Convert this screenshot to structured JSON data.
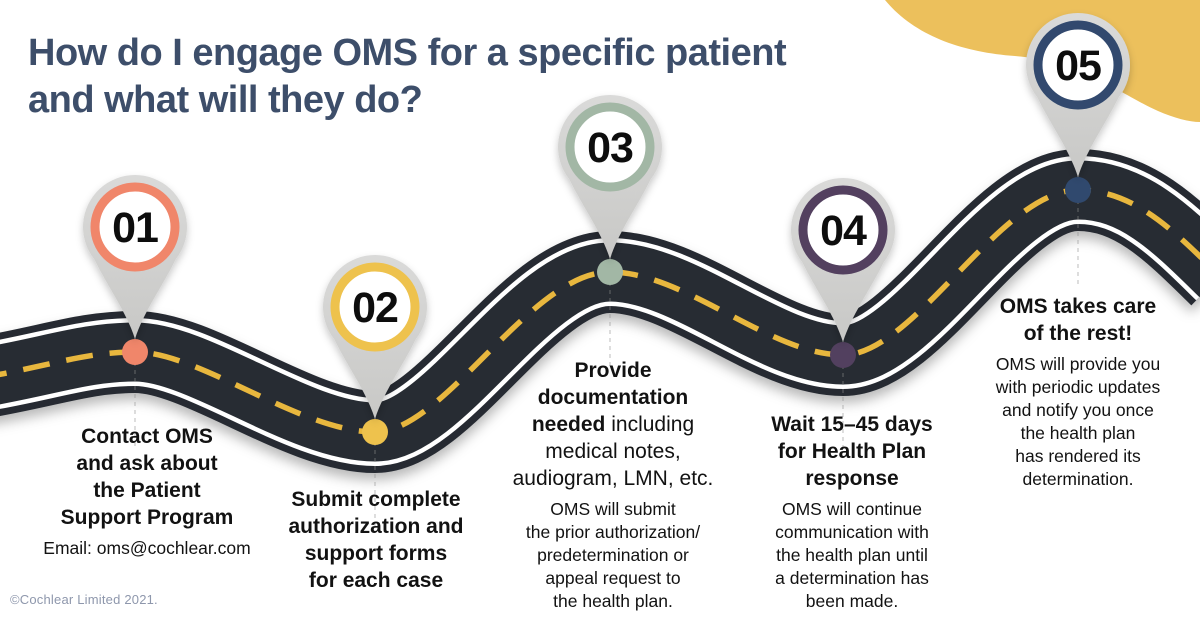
{
  "title": "How do I engage OMS for a specific patient\nand what will they do?",
  "palette": {
    "title_color": "#3d4e6a",
    "road_color": "#272c33",
    "road_dash_color": "#e8b73e",
    "pin_gray": "#d3d3d2",
    "corner_blob_color": "#ecc05c",
    "text_color": "#121212",
    "copyright_color": "#8e97ac"
  },
  "steps": [
    {
      "number": "01",
      "ring_color": "#f0866a",
      "heading": "Contact OMS\nand ask about\nthe Patient\nSupport Program",
      "body": "Email: oms@cochlear.com"
    },
    {
      "number": "02",
      "ring_color": "#eec24d",
      "heading": "Submit complete\nauthorization and\nsupport forms\nfor each case",
      "body": ""
    },
    {
      "number": "03",
      "ring_color": "#a2b7a5",
      "heading_strong": "Provide\ndocumentation\nneeded",
      "heading_rest": " including\nmedical notes,\naudiogram, LMN, etc.",
      "body": "OMS will submit\nthe prior authorization/\npredetermination or\nappeal request to\nthe health plan."
    },
    {
      "number": "04",
      "ring_color": "#52405f",
      "heading": "Wait 15–45 days\nfor Health Plan\nresponse",
      "body": "OMS will continue\ncommunication with\nthe health plan until\na determination has\nbeen made."
    },
    {
      "number": "05",
      "ring_color": "#30496e",
      "heading": "OMS takes care\nof the rest!",
      "body": "OMS will provide you\nwith periodic updates\nand notify you once\nthe health plan\nhas rendered its\ndetermination."
    }
  ],
  "footer": {
    "copyright": "©Cochlear Limited 2021."
  }
}
